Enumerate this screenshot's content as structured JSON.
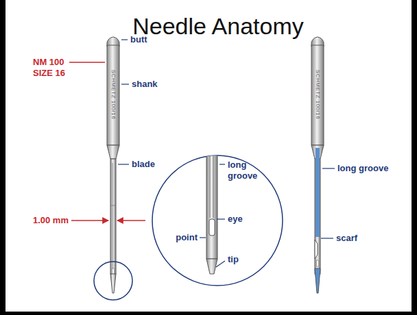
{
  "diagram": {
    "title": "Needle Anatomy",
    "labels": [
      "NM 100",
      "SIZE 16",
      "SCHMETZ 100/16",
      "butt",
      "shank",
      "blade",
      "1.00 mm",
      "long groove",
      "eye",
      "point",
      "tip",
      "SCHMETZ 100/16",
      "long groove",
      "scarf"
    ]
  }
}
